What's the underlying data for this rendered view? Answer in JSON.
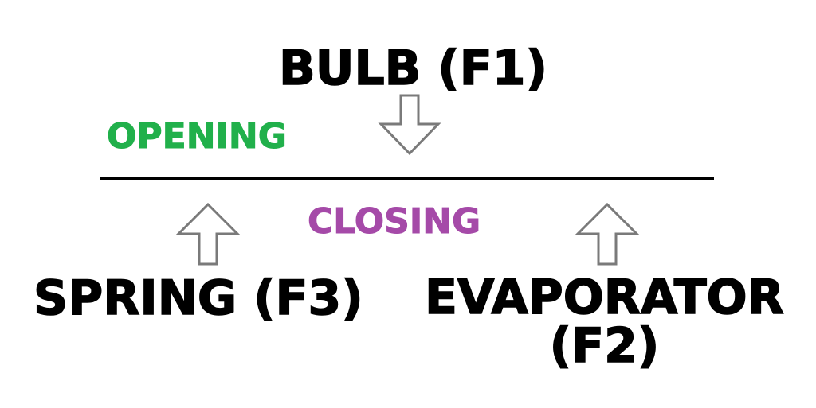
{
  "labels": {
    "bulb": "BULB (F1)",
    "spring": "SPRING (F3)",
    "evaporator_line1": "EVAPORATOR",
    "evaporator_line2": "(F2)",
    "opening": "OPENING",
    "closing": "CLOSING"
  },
  "colors": {
    "opening": "#21b04b",
    "closing": "#a54aa8",
    "arrow_stroke": "#7a7a7a",
    "text": "#000000",
    "divider": "#000000"
  },
  "icons": {
    "bulb_arrow": "arrow-down-icon",
    "spring_arrow": "arrow-up-icon",
    "evaporator_arrow": "arrow-up-icon"
  }
}
